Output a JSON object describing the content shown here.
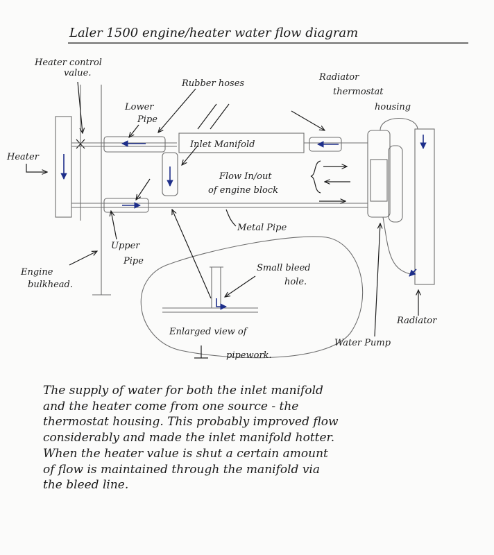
{
  "title": "Laler 1500 engine/heater water flow diagram",
  "labels": {
    "heater_control_valve": [
      "Heater control",
      "value."
    ],
    "rubber_hoses": "Rubber hoses",
    "radiator_thermostat_housing": [
      "Radiator",
      "thermostat",
      "housing"
    ],
    "lower_pipe": [
      "Lower",
      "Pipe"
    ],
    "heater": "Heater",
    "inlet_manifold": "Inlet  Manifold",
    "flow_in_out": [
      "Flow In/out",
      "of engine block"
    ],
    "metal_pipe": "Metal Pipe",
    "upper_pipe": [
      "Upper",
      "Pipe"
    ],
    "engine_bulkhead": [
      "Engine",
      "bulkhead."
    ],
    "small_bleed_hole": [
      "Small bleed",
      "hole."
    ],
    "enlarged_view": [
      "Enlarged view of",
      "pipework."
    ],
    "radiator": "Radiator",
    "water_pump": "Water Pump"
  },
  "notes": [
    "The supply of water for both the inlet manifold",
    "and the heater come from one source - the",
    "thermostat housing. This probably improved flow",
    "considerably and made the inlet manifold hotter.",
    "When the heater value is shut a certain amount",
    "of flow is maintained through the manifold via",
    "the bleed line."
  ],
  "colors": {
    "ink": "#1c1c1c",
    "pencil": "#6e6e6e",
    "flow_arrow": "#1d2e8a",
    "paper": "#fbfbfa"
  }
}
